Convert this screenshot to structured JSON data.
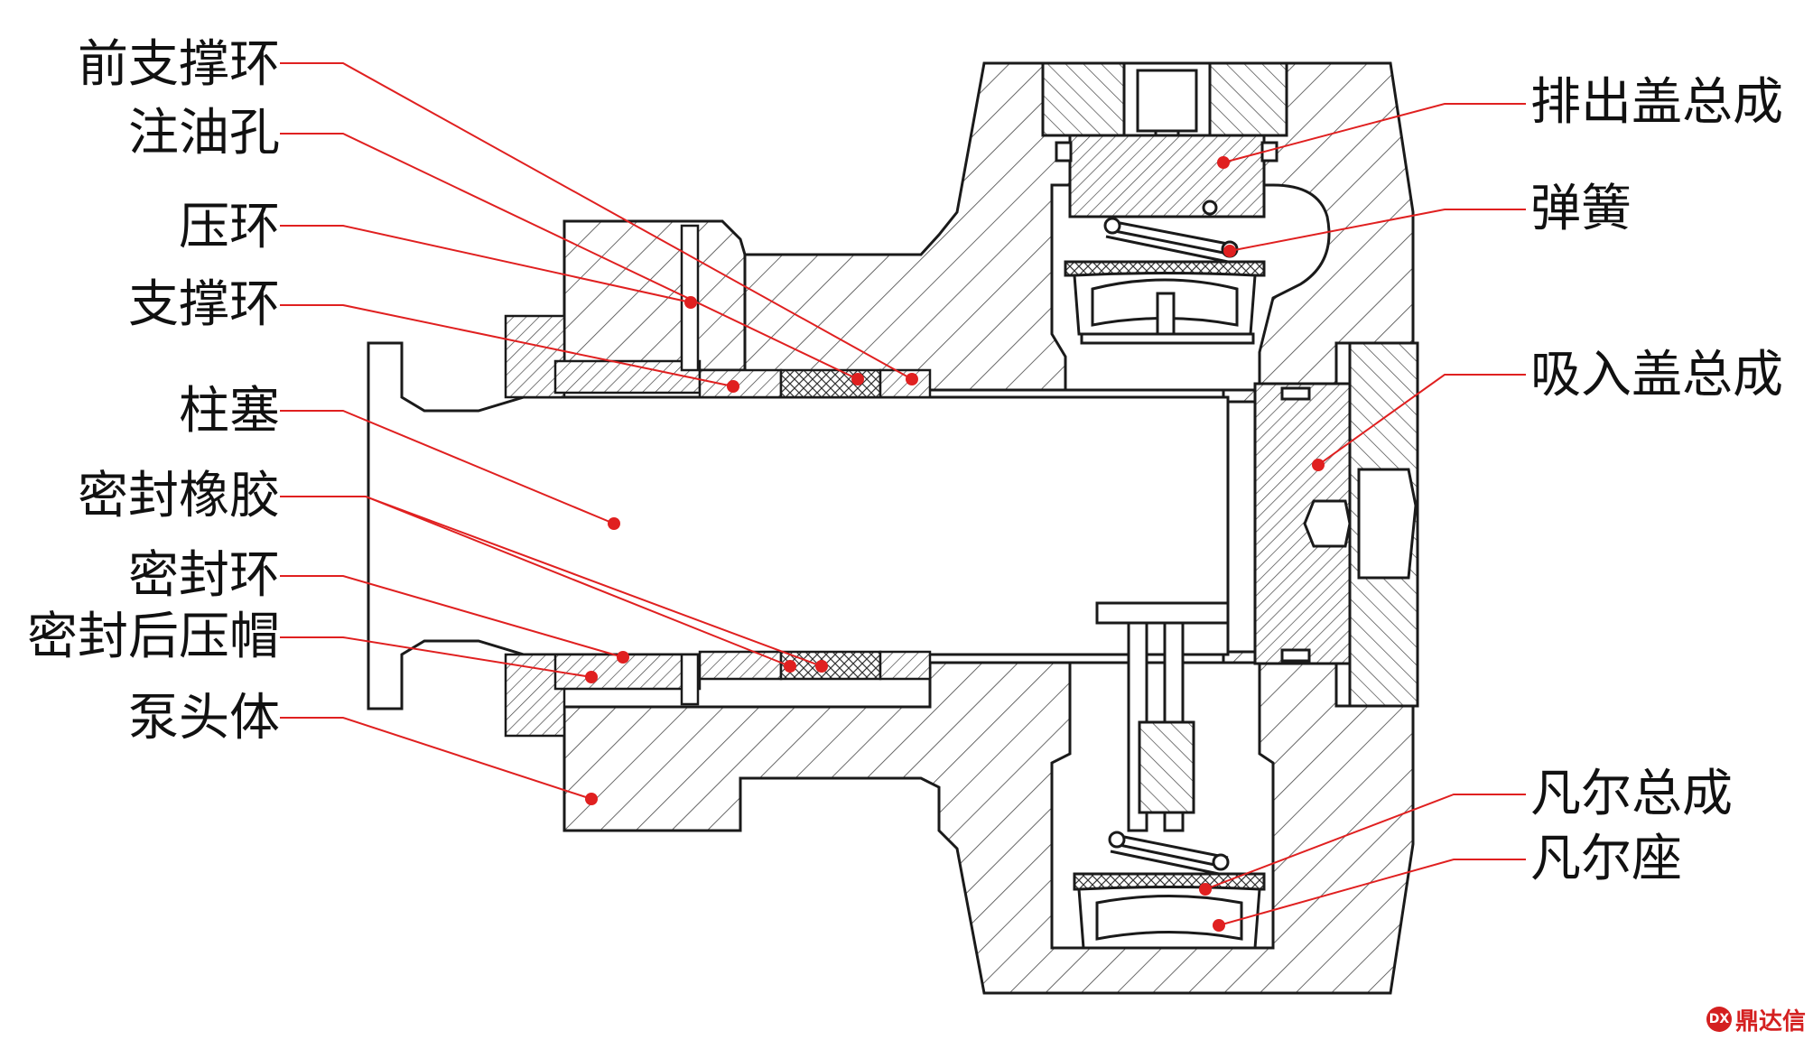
{
  "labels_left": [
    "前支撑环",
    "注油孔",
    "压环",
    "支撑环",
    "柱塞",
    "密封橡胶",
    "密封环",
    "密封后压帽",
    "泵头体"
  ],
  "labels_right": [
    "排出盖总成",
    "弹簧",
    "吸入盖总成",
    "凡尔总成",
    "凡尔座"
  ],
  "watermark": {
    "text": "鼎达信"
  },
  "colors": {
    "leader_line": "#e02020",
    "marker_dot": "#e02020",
    "outline": "#1a1a1a",
    "hatch": "#333333"
  }
}
